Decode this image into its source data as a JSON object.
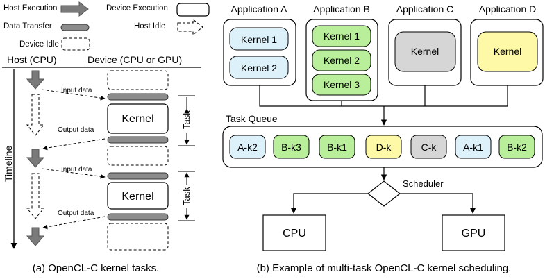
{
  "legend": {
    "host_execution": "Host  Execution",
    "device_execution": "Device Execution",
    "data_transfer": "Data Transfer",
    "host_idle": "Host  Idle",
    "device_idle": "Device Idle"
  },
  "left": {
    "host_header": "Host (CPU)",
    "device_header": "Device (CPU or GPU)",
    "timeline_label": "Timeline",
    "input_label": "Input data",
    "output_label": "Output data",
    "kernel_label": "Kernel",
    "task_label": "Task",
    "caption": "(a) OpenCL-C kernel tasks."
  },
  "right": {
    "apps": [
      {
        "title": "Application A",
        "kernels": [
          "Kernel 1",
          "Kernel 2"
        ]
      },
      {
        "title": "Application B",
        "kernels": [
          "Kernel 1",
          "Kernel 2",
          "Kernel 3"
        ]
      },
      {
        "title": "Application C",
        "kernels": [
          "Kernel"
        ]
      },
      {
        "title": "Application D",
        "kernels": [
          "Kernel"
        ]
      }
    ],
    "queue_title": "Task Queue",
    "queue": [
      "A-k2",
      "B-k3",
      "B-k1",
      "D-k",
      "C-k",
      "A-k1",
      "B-k2"
    ],
    "scheduler_label": "Scheduler",
    "cpu_label": "CPU",
    "gpu_label": "GPU",
    "caption": "(b) Example of multi-task OpenCL-C kernel scheduling."
  },
  "colors": {
    "app_a": "#ddf1fb",
    "app_b": "#b9ef9b",
    "app_c": "#d6d6d6",
    "app_d": "#fdf9a6",
    "host_exec": "#7a7a7a",
    "transfer": "#8c8c8c"
  }
}
